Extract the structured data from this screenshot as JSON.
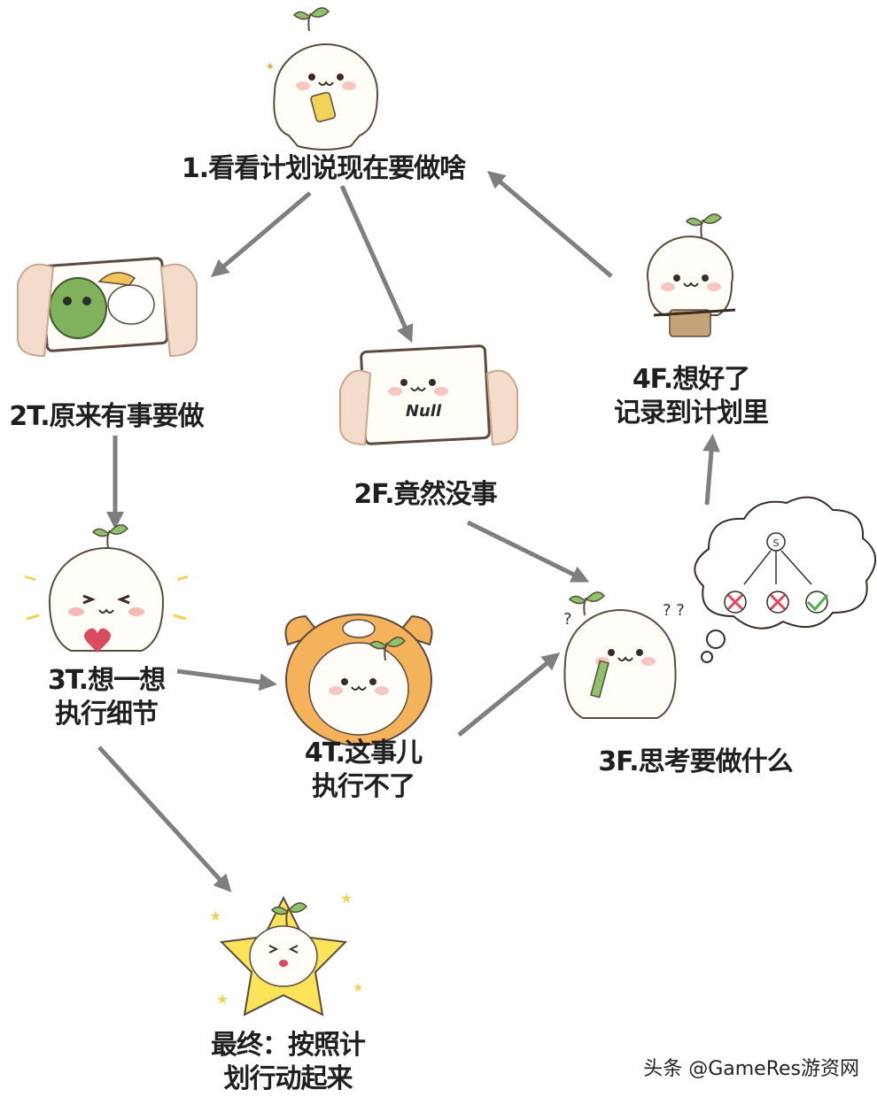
{
  "nodes": {
    "n1": "1.看看计划说现在要做啥",
    "n2t": "2T.原来有事要做",
    "n2f": "2F.竟然没事",
    "n3t": [
      "3T.想一想",
      "执行细节"
    ],
    "n4t": [
      "4T.这事儿",
      "执行不了"
    ],
    "n3f": "3F.思考要做什么",
    "n4f": [
      "4F.想好了",
      "记录到计划里"
    ],
    "final": [
      "最终：按照计",
      "划行动起来"
    ]
  },
  "illustrations": {
    "null_card_text": "Null",
    "tree_root": "S"
  },
  "watermark": "头条 @GameRes游资网",
  "colors": {
    "arrow": "#7f7f7f",
    "text": "#1f1f1f",
    "blob": "#fffdf7",
    "outline": "#5b4a3e",
    "blush": "#f7b9b4",
    "leaf": "#6aa84f",
    "frog": "#7fb25a",
    "dog": "#f4b35a",
    "star": "#fbe35a",
    "cross": "#d94b5f",
    "check": "#4caf50"
  }
}
